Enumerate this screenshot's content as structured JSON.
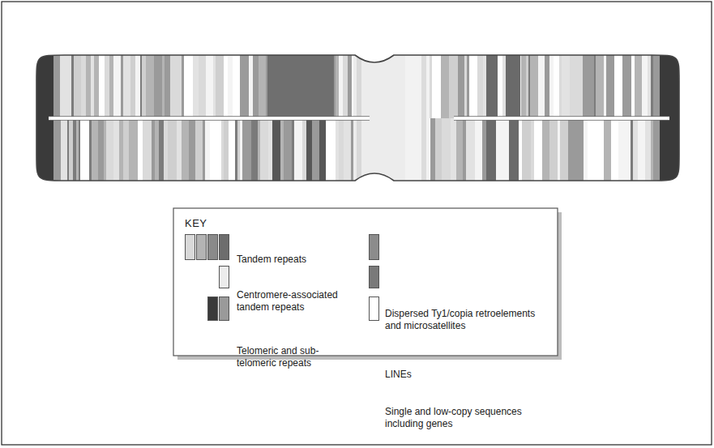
{
  "diagram": {
    "labels": [
      "KEY"
    ],
    "legend": [
      {
        "text": "Tandem repeats",
        "color": "#d9d9d9"
      },
      {
        "text": "Centromere-associated tandem repeats",
        "color": "#ececec"
      },
      {
        "text": "Telomeric and sub-telomeric repeats",
        "color": "#3a3a3a"
      },
      {
        "text": "Dispersed Ty1/copia retroelements and microsatellites",
        "color": "#8c8c8c"
      },
      {
        "text": "LINEs",
        "color": "#7a7a7a"
      },
      {
        "text": "Single and low-copy sequences including genes",
        "color": "#ffffff"
      }
    ]
  }
}
